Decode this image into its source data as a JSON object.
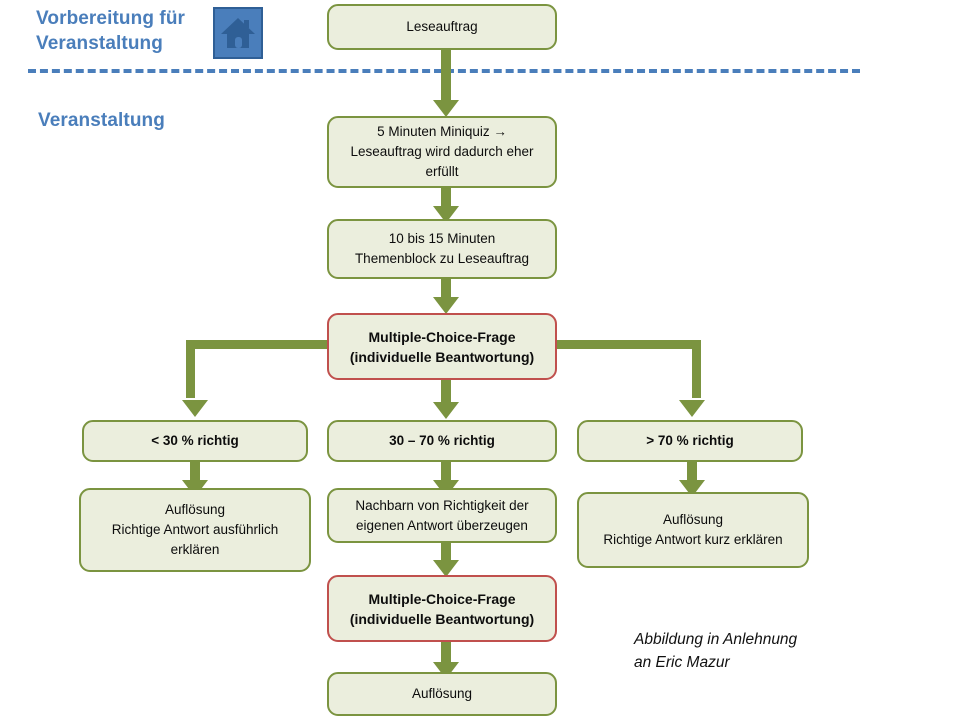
{
  "phases": {
    "preparation_label": "Vorbereitung für\nVeranstaltung",
    "event_label": "Veranstaltung"
  },
  "icons": {
    "house": "house-icon"
  },
  "colors": {
    "accent_blue": "#4a7ebb",
    "node_fill": "#ebeedd",
    "node_border": "#7b9440",
    "highlight_border": "#c0504d",
    "text": "#0d0d0d"
  },
  "nodes": {
    "reading_assignment": "Leseauftrag",
    "miniquiz": "5 Minuten Miniquiz →\nLeseauftrag wird dadurch eher\nerfüllt",
    "topic_block": "10 bis 15 Minuten\nThemenblock zu Leseauftrag",
    "mc_question_1": "Multiple-Choice-Frage\n(individuelle Beantwortung)",
    "branch_low": "< 30 % richtig",
    "branch_mid": "30 – 70 % richtig",
    "branch_high": "> 70 % richtig",
    "resolution_low": "Auflösung\nRichtige Antwort  ausführlich\nerklären",
    "convince_neighbours": "Nachbarn von Richtigkeit der\neigenen Antwort  überzeugen",
    "mc_question_2": "Multiple-Choice-Frage\n(individuelle Beantwortung)",
    "resolution_high": "Auflösung\nRichtige Antwort  kurz erklären",
    "resolution_final": "Auflösung"
  },
  "caption": {
    "text": "Abbildung in Anlehnung\nan Eric Mazur"
  }
}
